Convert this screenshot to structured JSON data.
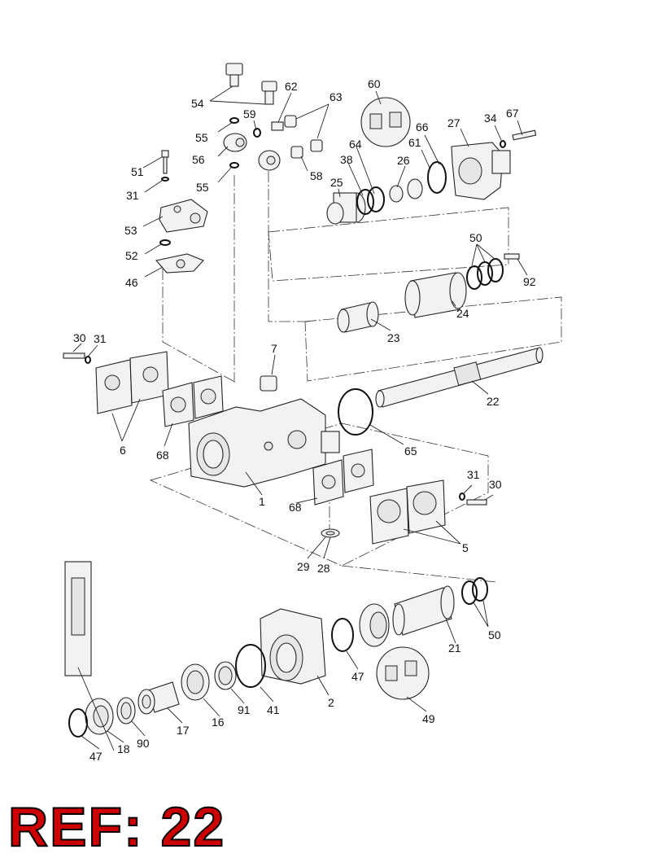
{
  "reference": "REF: 22",
  "colors": {
    "ref_fill": "#cc0000",
    "ref_outline": "#000000",
    "line": "#222222"
  },
  "callouts": {
    "c1": "1",
    "c2": "2",
    "c5": "5",
    "c6": "6",
    "c7": "7",
    "c16": "16",
    "c17": "17",
    "c18": "18",
    "c21": "21",
    "c22": "22",
    "c23": "23",
    "c24": "24",
    "c25": "25",
    "c26": "26",
    "c27": "27",
    "c28": "28",
    "c29": "29",
    "c30a": "30",
    "c30b": "30",
    "c31a": "31",
    "c31b": "31",
    "c31c": "31",
    "c34": "34",
    "c38": "38",
    "c41": "41",
    "c46": "46",
    "c47a": "47",
    "c47b": "47",
    "c49": "49",
    "c50a": "50",
    "c50b": "50",
    "c51": "51",
    "c52": "52",
    "c53": "53",
    "c54": "54",
    "c55a": "55",
    "c55b": "55",
    "c56": "56",
    "c58": "58",
    "c59": "59",
    "c60": "60",
    "c61": "61",
    "c62": "62",
    "c63": "63",
    "c64": "64",
    "c65": "65",
    "c66": "66",
    "c67": "67",
    "c68a": "68",
    "c68b": "68",
    "c90": "90",
    "c91": "91",
    "c92": "92"
  }
}
